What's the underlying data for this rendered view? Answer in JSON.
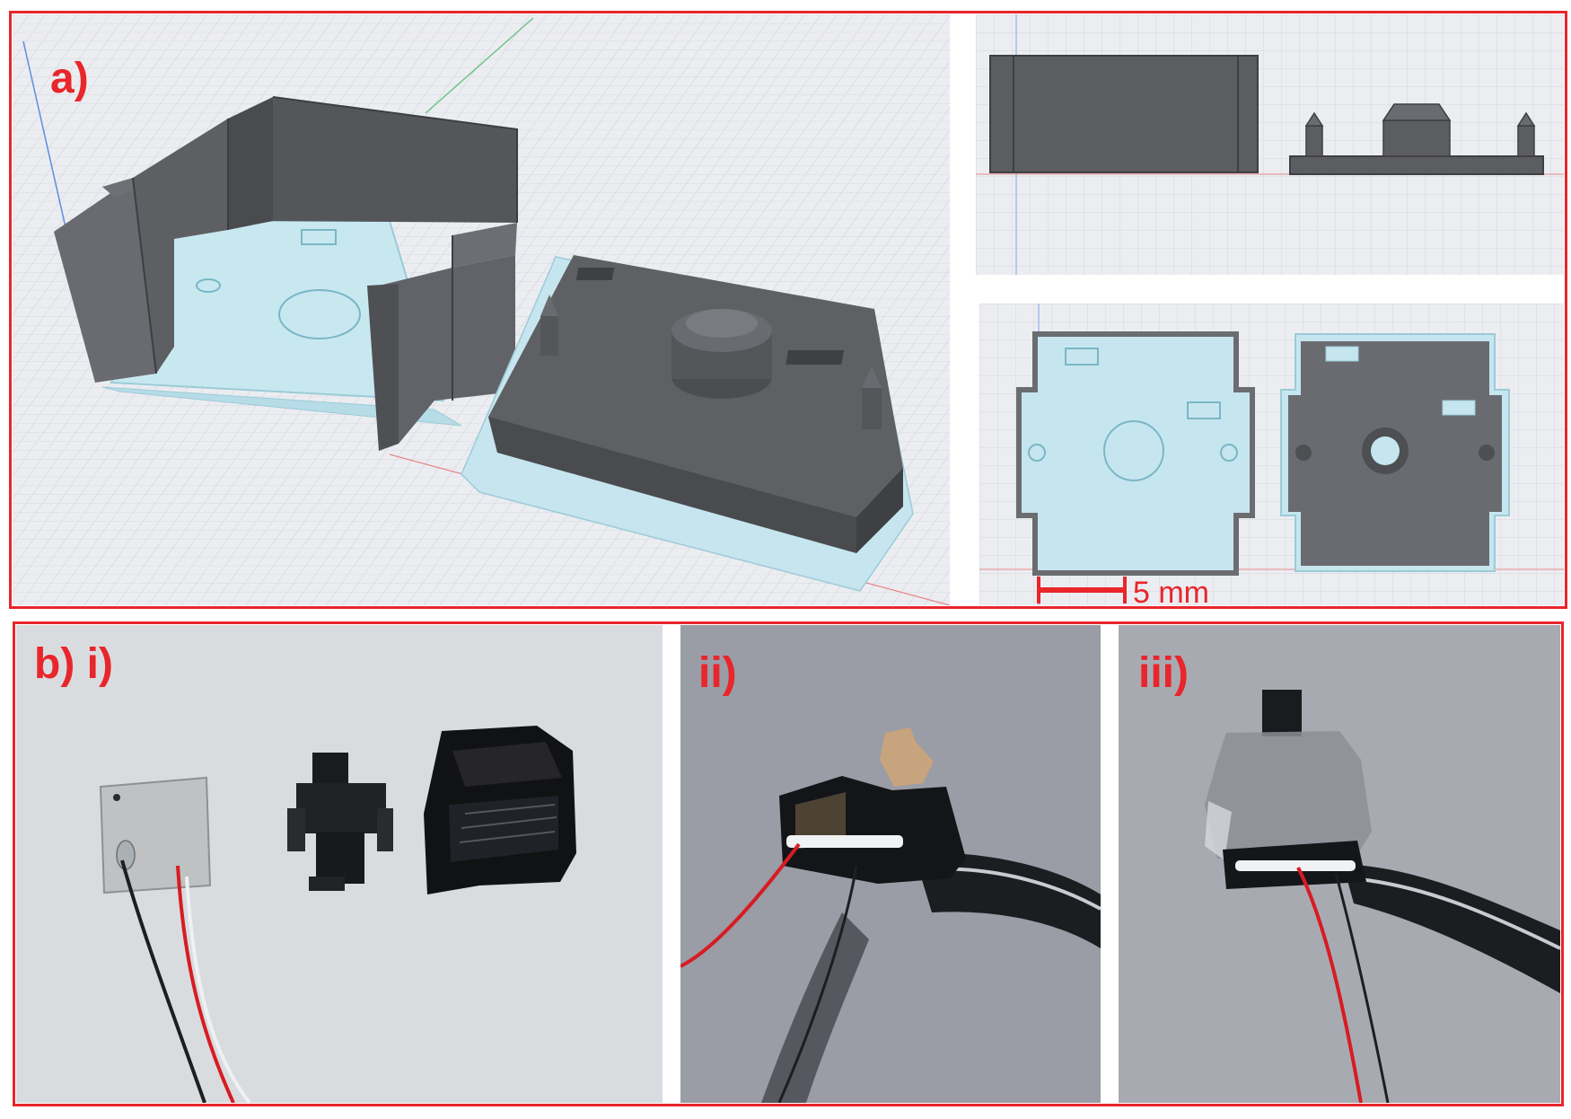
{
  "figure": {
    "panel_a": {
      "label": "a)",
      "scale_bar_text": "5 mm"
    },
    "panel_b": {
      "label_i": "b) i)",
      "label_ii": "ii)",
      "label_iii": "iii)"
    }
  },
  "colors": {
    "frame_red": "#e8262b",
    "cad_background": "#ecedf1",
    "cad_grid": "#d3d6de",
    "model_dark": "#5d5e62",
    "outline_cyan": "#bfe6f0",
    "photo_background_i": "#d9dcdf",
    "photo_background_ii": "#9a9ca6",
    "photo_background_iii": "#a8aab2"
  },
  "icons": [
    "cad-housing-3d",
    "cad-lid-3d",
    "side-elevation",
    "top-view",
    "thermocouple-pad",
    "key-stem",
    "printed-housing",
    "tweezers"
  ]
}
